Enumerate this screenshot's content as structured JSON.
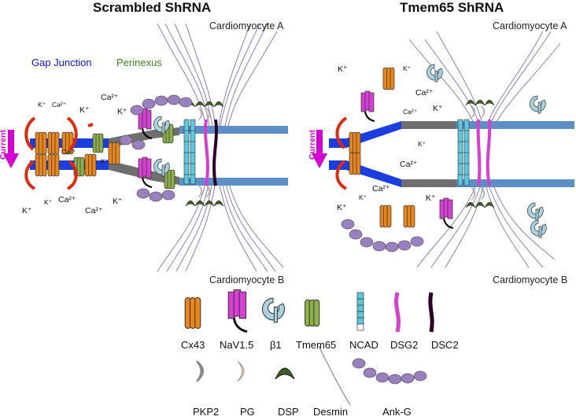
{
  "titles": {
    "left": "Scrambled ShRNA",
    "right": "Tmem65 ShRNA"
  },
  "cells": {
    "a": "Cardiomyocyte A",
    "b": "Cardiomyocyte B"
  },
  "labels": {
    "gap_junction": "Gap Junction",
    "perinexus": "Perinexus",
    "current": "Current"
  },
  "ions": {
    "k": "K⁺",
    "ca": "Ca²⁺"
  },
  "legend": {
    "cx43": "Cx43",
    "nav15": "NaV1.5",
    "b1": "β1",
    "tmem65": "Tmem65",
    "ncad": "NCAD",
    "dsg2": "DSG2",
    "dsc2": "DSC2",
    "pkp2": "PKP2",
    "pg": "PG",
    "dsp": "DSP",
    "desmin": "Desmin",
    "ankg": "Ank-G"
  },
  "colors": {
    "gap_blue": "#1a3ee0",
    "membrane_blue": "#5b8fc6",
    "cx43": "#e8861a",
    "nav15": "#d63fd1",
    "b1": "#a8d2de",
    "tmem65": "#8db04a",
    "ncad": "#5ec7de",
    "ankg": "#9a7fc1",
    "desmin": "#8f7bbf",
    "arrow_red": "#e02a0c",
    "current": "#d400d4"
  }
}
